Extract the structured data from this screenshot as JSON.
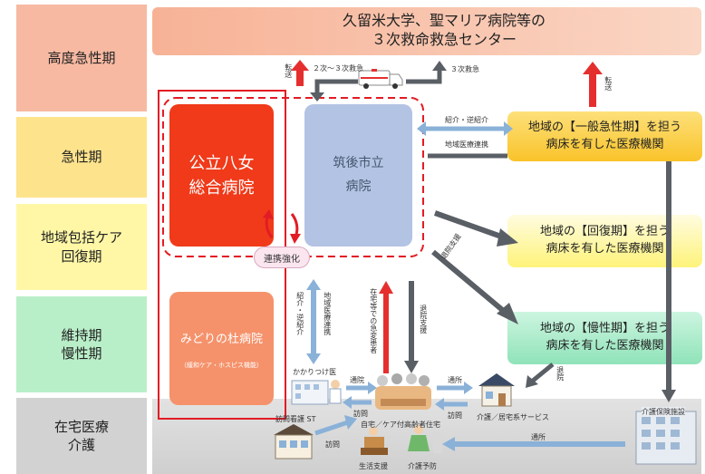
{
  "stages": [
    {
      "label": "高度急性期",
      "color": "#f7b9a2"
    },
    {
      "label": "急性期",
      "color": "#fde38c"
    },
    {
      "label": "地域包括ケア\n回復期",
      "color": "#fff7a6"
    },
    {
      "label": "維持期\n慢性期",
      "color": "#b9efc8"
    },
    {
      "label": "在宅医療\n介護",
      "color": "#d2d2d2"
    }
  ],
  "top_center": "久留米大学、聖マリア病院等の\n３次救命救急センター",
  "hospitals": {
    "yame": "公立八女\n総合病院",
    "chikugo": "筑後市立\n病院",
    "midori": "みどりの杜病院",
    "midori_sub": "（緩和ケア・ホスピス機能）"
  },
  "institutions": {
    "acute": "地域の【一般急性期】を担う\n病床を有した医療機関",
    "recovery": "地域の【回復期】を担う\n病床を有した医療機関",
    "chronic": "地域の【慢性期】を担う\n病床を有した医療機関"
  },
  "labels": {
    "cooperation": "連携強化",
    "transfer_left": "転送",
    "secondary_tertiary": "２次～３次救急",
    "tertiary": "３次救急",
    "transfer_right": "転送",
    "referral_back": "紹介・逆紹介",
    "regional_liaison": "地域医療連携",
    "referral_back_v": "紹介・逆紹介",
    "regional_liaison_v": "地域医療連携",
    "home_care_patients": "在宅等での急変患者",
    "discharge_support_v": "退院支援",
    "discharge_support_diag": "退院支援",
    "kakaritsuke": "かかりつけ医",
    "outpatient": "通院",
    "visit": "訪問",
    "outpatient2": "通所",
    "visit2": "訪問",
    "home": "自宅／ケア付高齢者住宅",
    "nursing_station": "訪問看護 ST",
    "visit3": "訪問",
    "life_support": "生活支援",
    "care_service": "介護／居宅系サービス",
    "discharge_right": "退院",
    "care_facility": "介護保険施設",
    "outpatient3": "通所",
    "prevention": "介護予防"
  },
  "colors": {
    "yame": "#f03a1a",
    "chikugo": "#b3c3e3",
    "midori": "#f5926b",
    "arrow_red": "#e52f2f",
    "arrow_gray": "#5a5f66",
    "arrow_blue": "#8ab1d8",
    "dashed": "#e21c24"
  }
}
